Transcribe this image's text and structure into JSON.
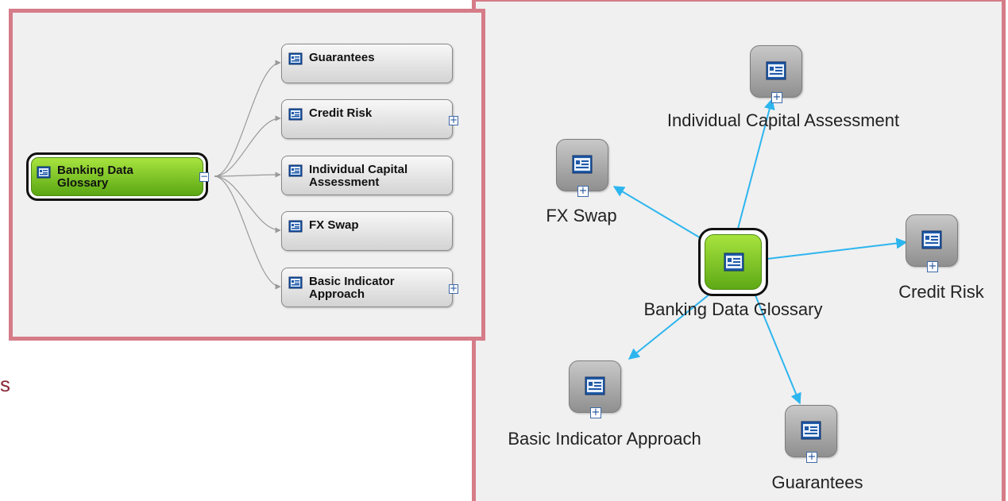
{
  "background_fragment": "s",
  "tree_view": {
    "root": {
      "label": "Banking Data\nGlossary",
      "toggle": "−"
    },
    "children": [
      {
        "label": "Guarantees",
        "toggle": ""
      },
      {
        "label": "Credit Risk",
        "toggle": "+"
      },
      {
        "label": "Individual Capital\nAssessment",
        "toggle": ""
      },
      {
        "label": "FX Swap",
        "toggle": ""
      },
      {
        "label": "Basic Indicator\nApproach",
        "toggle": "+"
      }
    ]
  },
  "radial_view": {
    "root": {
      "label": "Banking Data Glossary"
    },
    "nodes": [
      {
        "label": "Individual Capital Assessment",
        "expand": "+"
      },
      {
        "label": "FX Swap",
        "expand": "+"
      },
      {
        "label": "Credit Risk",
        "expand": "+"
      },
      {
        "label": "Basic Indicator Approach",
        "expand": "+"
      },
      {
        "label": "Guarantees",
        "expand": "+"
      }
    ]
  },
  "colors": {
    "panel_border": "#d57c88",
    "panel_background": "#f0f0f0",
    "root_green": "#7cc72a",
    "edge_blue": "#2db5ee",
    "edge_gray": "#9a9a9a",
    "accent_text": "#8b2a3a"
  },
  "icons": {
    "node": "glossary-term-icon",
    "expand": "plus-icon",
    "collapse": "minus-icon"
  }
}
